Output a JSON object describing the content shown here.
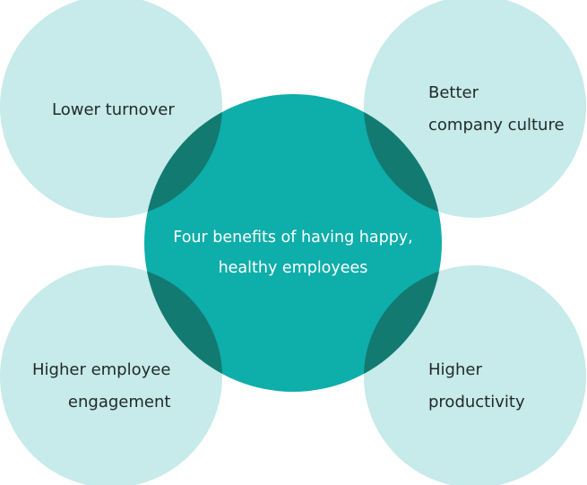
{
  "colors": {
    "outer_circle": "#c7eaea",
    "center_circle": "#0eaeaa",
    "overlap": "#137a72",
    "text_dark": "#222a2a",
    "text_light": "#ffffff"
  },
  "center": {
    "line1": "Four benefits of having happy,",
    "line2": "healthy employees"
  },
  "benefits": {
    "top_left": {
      "line1": "Lower turnover"
    },
    "top_right": {
      "line1": "Better",
      "line2": "company culture"
    },
    "bottom_left": {
      "line1": "Higher employee",
      "line2": "engagement"
    },
    "bottom_right": {
      "line1": "Higher",
      "line2": "productivity"
    }
  }
}
